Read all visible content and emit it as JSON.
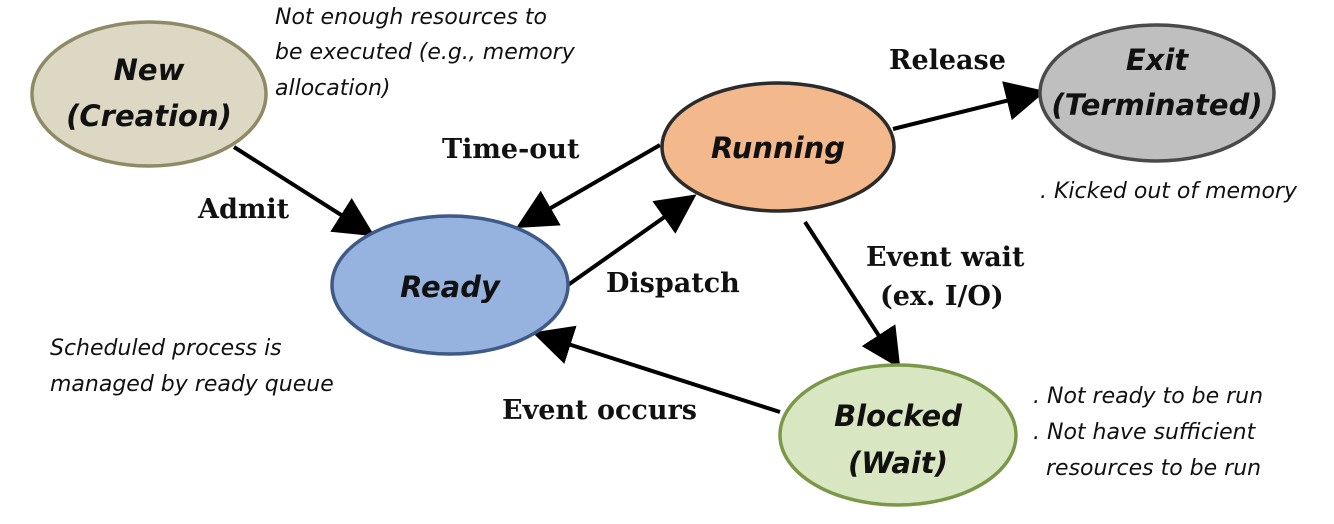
{
  "states": {
    "new": {
      "line1": "New",
      "line2": "(Creation)",
      "fill": "#ddd8c4",
      "stroke": "#8f8a66"
    },
    "ready": {
      "line1": "Ready",
      "fill": "#96b2df",
      "stroke": "#3f5a87"
    },
    "running": {
      "line1": "Running",
      "fill": "#f3b98c",
      "stroke": "#2b2b2b"
    },
    "exit": {
      "line1": "Exit",
      "line2": "(Terminated)",
      "fill": "#bfbfbf",
      "stroke": "#4a4a4a"
    },
    "blocked": {
      "line1": "Blocked",
      "line2": "(Wait)",
      "fill": "#d9e6c2",
      "stroke": "#7a9848"
    }
  },
  "transitions": {
    "admit": "Admit",
    "timeout": "Time-out",
    "dispatch": "Dispatch",
    "release": "Release",
    "event_wait_1": "Event wait",
    "event_wait_2": "(ex. I/O)",
    "event_occurs": "Event occurs"
  },
  "notes": {
    "new_note": [
      "Not enough resources to",
      "be executed (e.g., memory",
      "allocation)"
    ],
    "exit_note": [
      ". Kicked out of memory"
    ],
    "ready_note": [
      "Scheduled process is",
      "managed by ready queue"
    ],
    "blocked_note": [
      ". Not ready to be run",
      ". Not have sufficient",
      "resources to be run"
    ]
  }
}
